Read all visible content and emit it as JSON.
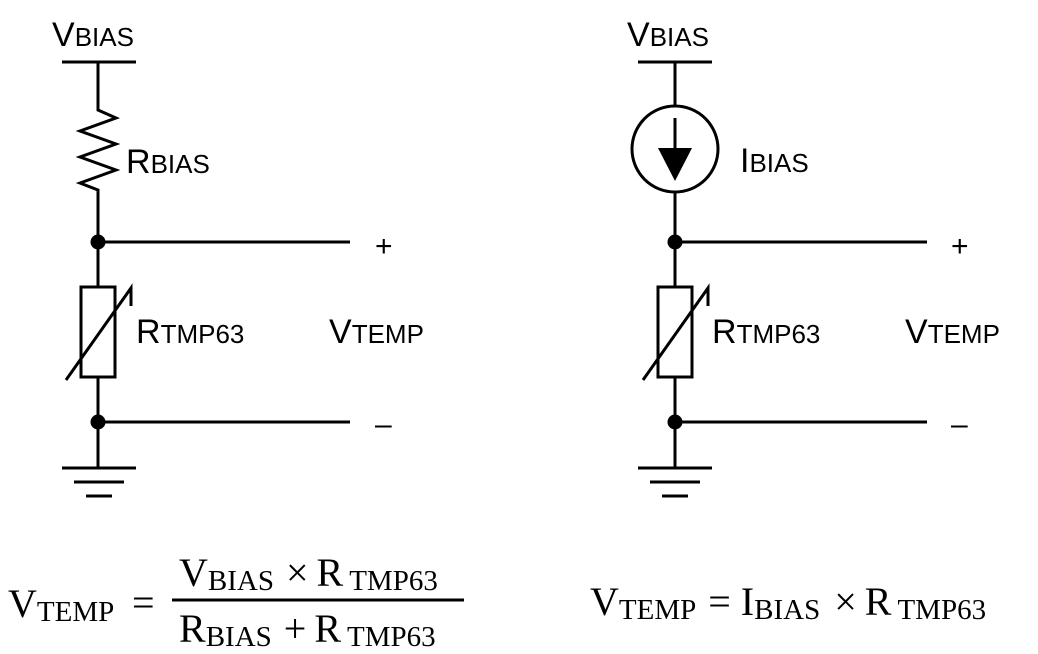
{
  "left_circuit": {
    "supply": {
      "main": "V",
      "sub": "BIAS"
    },
    "bias_resistor": {
      "main": "R",
      "sub": "BIAS"
    },
    "thermistor": {
      "main": "R",
      "sub": "TMP63"
    },
    "output": {
      "main": "V",
      "sub": "TEMP"
    },
    "plus": "+",
    "minus": "–"
  },
  "right_circuit": {
    "supply": {
      "main": "V",
      "sub": "BIAS"
    },
    "current_source": {
      "main": "I",
      "sub": "BIAS"
    },
    "thermistor": {
      "main": "R",
      "sub": "TMP63"
    },
    "output": {
      "main": "V",
      "sub": "TEMP"
    },
    "plus": "+",
    "minus": "–"
  },
  "equations": {
    "divider": {
      "lhs": {
        "main": "V",
        "sub": "TEMP"
      },
      "equals": "=",
      "num_a": {
        "main": "V",
        "sub": "BIAS"
      },
      "times": "×",
      "num_b": {
        "main": "R",
        "sub": "TMP63"
      },
      "den_a": {
        "main": "R",
        "sub": "BIAS"
      },
      "plus": "+",
      "den_b": {
        "main": "R",
        "sub": "TMP63"
      }
    },
    "current": {
      "lhs": {
        "main": "V",
        "sub": "TEMP"
      },
      "equals": "=",
      "a": {
        "main": "I",
        "sub": "BIAS"
      },
      "times": "×",
      "b": {
        "main": "R",
        "sub": "TMP63"
      }
    }
  }
}
